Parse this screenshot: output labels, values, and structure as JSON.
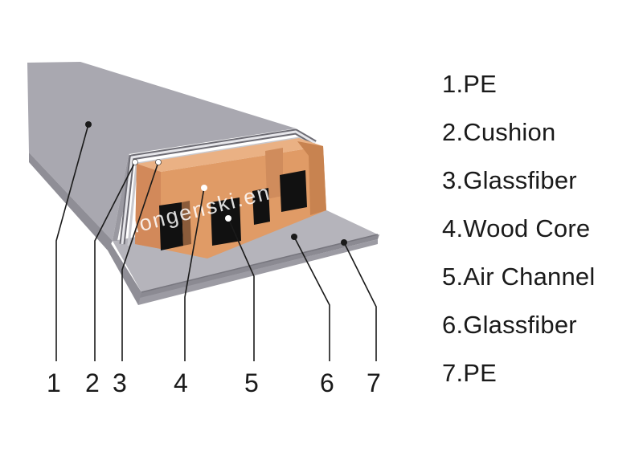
{
  "diagram": {
    "watermark": "longenski.en",
    "colors": {
      "pe_top": "#a9a8b0",
      "pe_side": "#8f8e96",
      "base_top": "#b5b4bb",
      "base_side": "#8b8a92",
      "wood": "#e09b66",
      "wood_dark": "#c88350",
      "channel": "#111111",
      "glassfiber": "#d8d8dc",
      "line": "#1a1a1a"
    },
    "callouts": [
      {
        "number": "1",
        "label": "PE"
      },
      {
        "number": "2",
        "label": "Cushion"
      },
      {
        "number": "3",
        "label": "Glassfiber"
      },
      {
        "number": "4",
        "label": "Wood Core"
      },
      {
        "number": "5",
        "label": "Air Channel"
      },
      {
        "number": "6",
        "label": "Glassfiber"
      },
      {
        "number": "7",
        "label": "PE"
      }
    ],
    "legend": [
      "1.PE",
      "2.Cushion",
      "3.Glassfiber",
      "4.Wood Core",
      "5.Air Channel",
      "6.Glassfiber",
      "7.PE"
    ]
  }
}
